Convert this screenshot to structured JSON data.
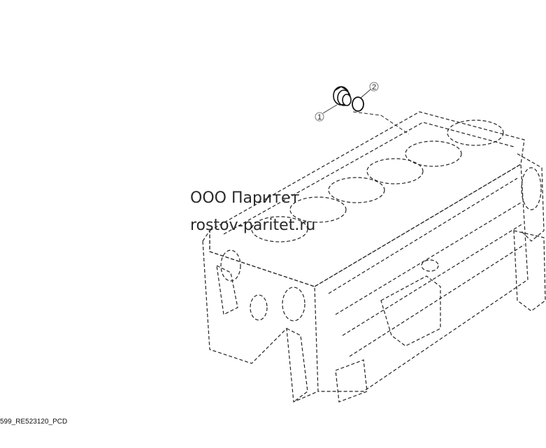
{
  "watermark": {
    "line1": "ООО Паритет",
    "line2": "rostov-paritet.ru"
  },
  "drawing_code": "599_RE523120_PCD",
  "callouts": [
    {
      "label": "1",
      "part": "plug"
    },
    {
      "label": "2",
      "part": "o-ring"
    }
  ],
  "colors": {
    "line": "#222222",
    "background": "#ffffff"
  }
}
